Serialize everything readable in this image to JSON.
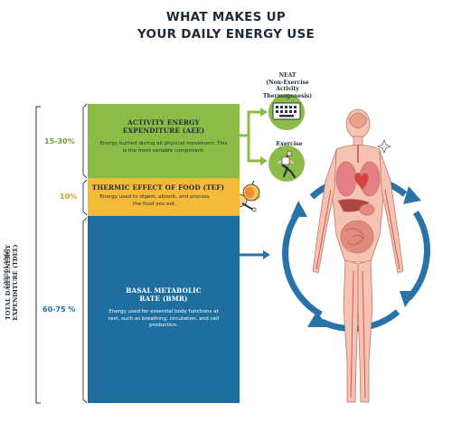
{
  "title": {
    "line1": "WHAT MAKES UP",
    "line2": "YOUR DAILY ENERGY USE"
  },
  "side_label": {
    "line1": "TOTAL DAILY ENERGY",
    "line2": "EXPENDITURE (TDEE)"
  },
  "segments": {
    "aee": {
      "percent": "15-30%",
      "heading_line1": "ACTIVITY ENERGY",
      "heading_line2": "EXPENDITURE (AEE)",
      "body": "Energy burned during all physical movement. This is the most variable component.",
      "color": "#8cbc48"
    },
    "tef": {
      "percent": "10%",
      "heading": "THERMIC EFFECT OF FOOD (TEF)",
      "body": "Energy used to digest, absorb, and process the food you eat.",
      "color": "#f4ba38"
    },
    "bmr": {
      "percent": "60-75 %",
      "heading_line1": "BASAL METABOLIC",
      "heading_line2": "RATE (BMR)",
      "body": "Energy used for essential body functions at rest, such as breathing, circulation, and cell production.",
      "color": "#1e6f9f"
    }
  },
  "neat": {
    "line1": "NEAT",
    "line2": "(Non-Exercise",
    "line3": "Activity Thermogenesis)"
  },
  "exercise_label": "Exercise",
  "stock_id": "1780614868",
  "icons": [
    "keyboard-icon",
    "runner-icon",
    "food-icon",
    "human-body-illustration"
  ],
  "accent_colors": {
    "arrow": "#2a73a8",
    "bracket": "#333333"
  }
}
